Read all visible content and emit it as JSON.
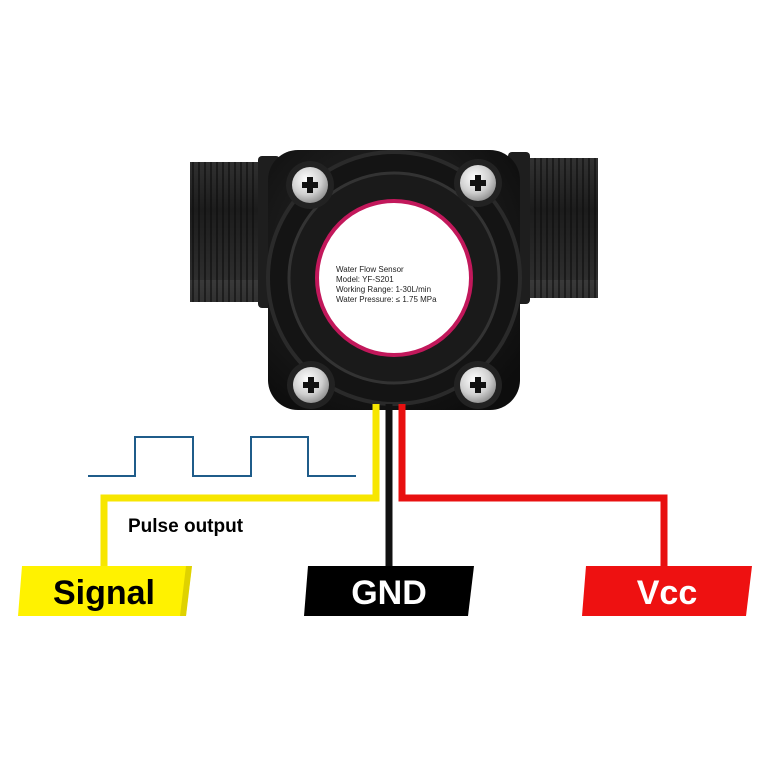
{
  "sensor": {
    "label_lines": [
      "Water Flow Sensor",
      "Model: YF-S201",
      "Working Range: 1-30L/min",
      "Water Pressure: ≤ 1.75 MPa"
    ]
  },
  "waveform": {
    "label": "Pulse output"
  },
  "terminals": {
    "signal": {
      "label": "Signal",
      "color": "#fff200"
    },
    "gnd": {
      "label": "GND",
      "color": "#000000"
    },
    "vcc": {
      "label": "Vcc",
      "color": "#ee1111"
    }
  },
  "wires": {
    "signal_color": "#f7e600",
    "gnd_color": "#111111",
    "vcc_color": "#e81010"
  },
  "pulse_color": "#1f5c8a"
}
